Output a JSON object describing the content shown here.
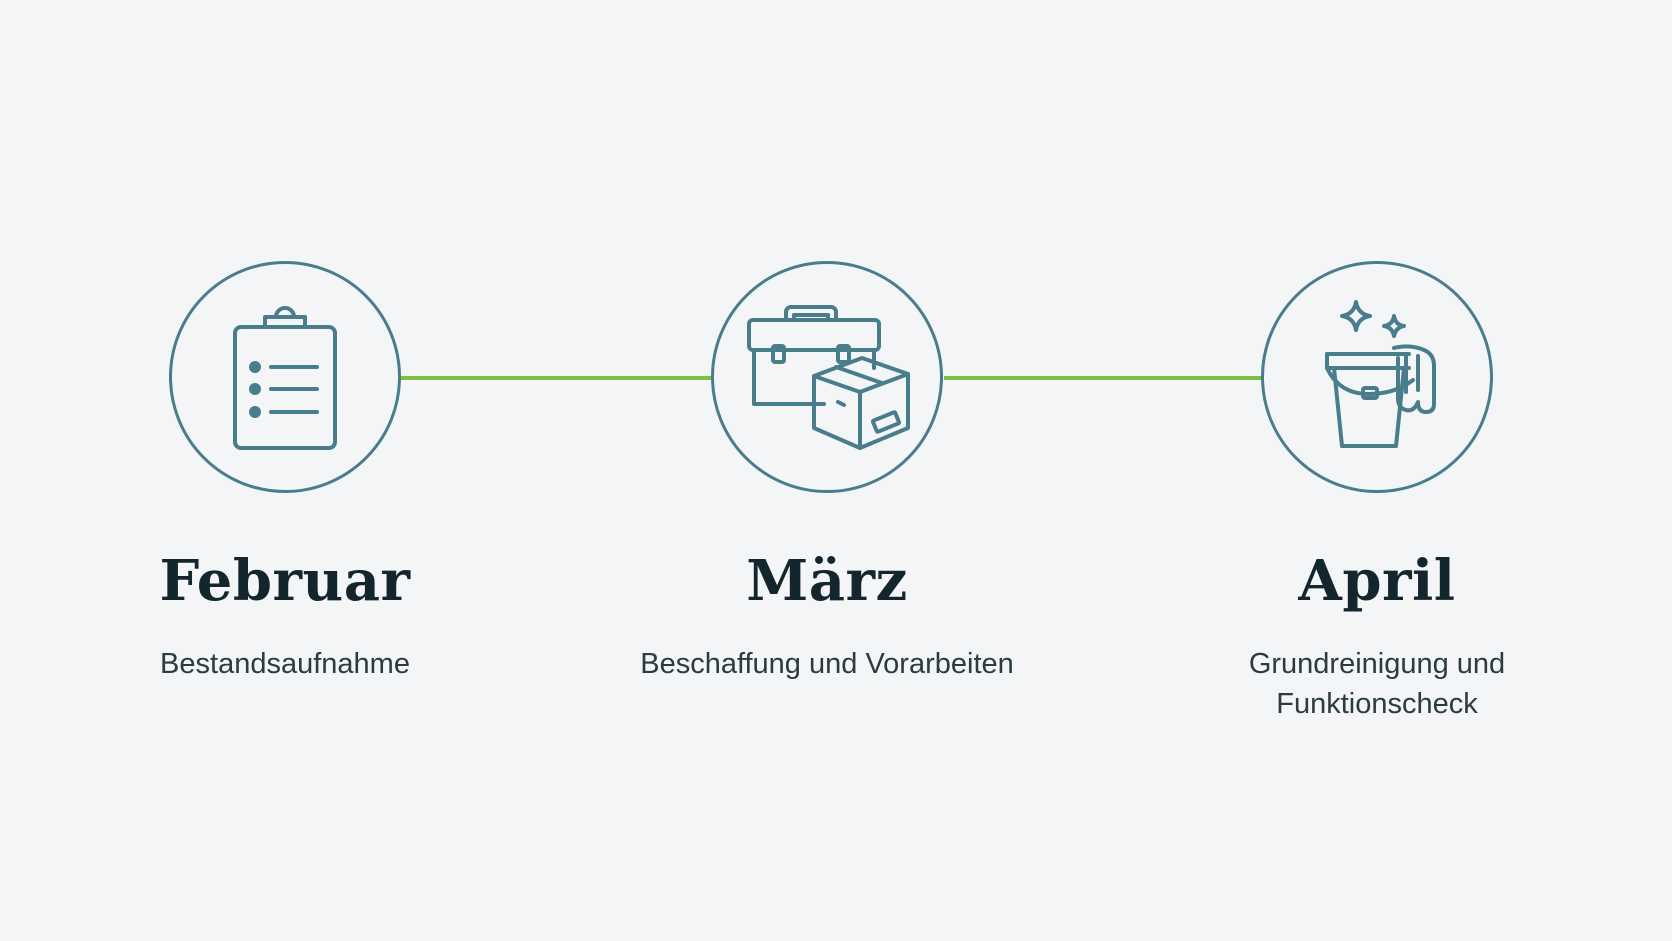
{
  "colors": {
    "background": "#f4f5f7",
    "circle_stroke": "#4a7d8c",
    "connector": "#7fbf3f",
    "heading": "#14262d",
    "body_text": "#2b3b40"
  },
  "steps": [
    {
      "month": "Februar",
      "description": "Bestandsaufnahme",
      "icon": "clipboard-checklist-icon"
    },
    {
      "month": "März",
      "description": "Beschaffung und Vorarbeiten",
      "icon": "toolbox-and-box-icon"
    },
    {
      "month": "April",
      "description": "Grundreinigung und Funktionscheck",
      "icon": "cleaning-bucket-icon"
    }
  ]
}
